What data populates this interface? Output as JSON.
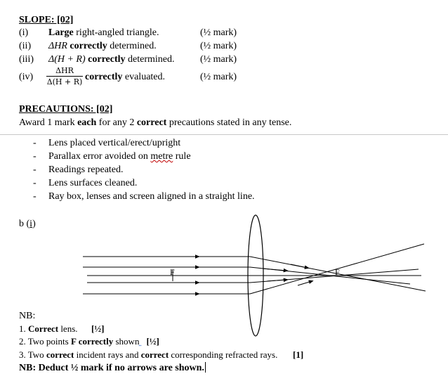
{
  "slope": {
    "heading": "SLOPE: [02]",
    "items": [
      {
        "num": "(i)",
        "bold": "Large",
        "rest": " right-angled triangle.",
        "mark": "(½ mark)"
      },
      {
        "num": "(ii)",
        "italic": "ΔHR",
        "bold": " correctly",
        "rest": " determined.",
        "mark": "(½ mark)"
      },
      {
        "num": "(iii)",
        "italic": "Δ(H + R)",
        "bold": " correctly",
        "rest": " determined.",
        "mark": "(½ mark)"
      },
      {
        "num": "(iv)",
        "frac_num": "ΔHR",
        "frac_den": "Δ(H + R)",
        "bold": "correctly",
        "rest": " evaluated.",
        "mark": "(½ mark)"
      }
    ]
  },
  "precautions": {
    "heading": "PRECAUTIONS: [02]",
    "award_pre": "Award 1 mark ",
    "award_each": "each",
    "award_mid": " for any 2 ",
    "award_correct": "correct",
    "award_post": " precautions stated in any tense.",
    "bullet_char": "-",
    "items": [
      "Lens placed vertical/erect/upright",
      "Parallax error avoided on ",
      "Readings repeated.",
      "Lens surfaces cleaned.",
      "Ray box, lenses and screen aligned in a straight line."
    ],
    "item2_underlined": "metre",
    "item2_tail": " rule"
  },
  "part_b": {
    "label": "b (",
    "label_i": "i",
    "label_close": ")"
  },
  "diagram": {
    "focal_left": "F",
    "focal_right": "F"
  },
  "nb": {
    "title": "NB:",
    "line1_num": "1. ",
    "line1_bold": "Correct",
    "line1_rest": " lens.",
    "line1_mark": "[½]",
    "line2_pre": "2. Two points ",
    "line2_bold": "F correctly",
    "line2_rest": " shown",
    "line2_mark": "[½]",
    "line3_pre": "3. Two ",
    "line3_bold1": "correct",
    "line3_mid": " incident rays and ",
    "line3_bold2": "correct",
    "line3_post": " corresponding refracted rays.",
    "line3_mark": "[1]",
    "deduct": "NB: Deduct ½ mark if no arrows are shown."
  }
}
